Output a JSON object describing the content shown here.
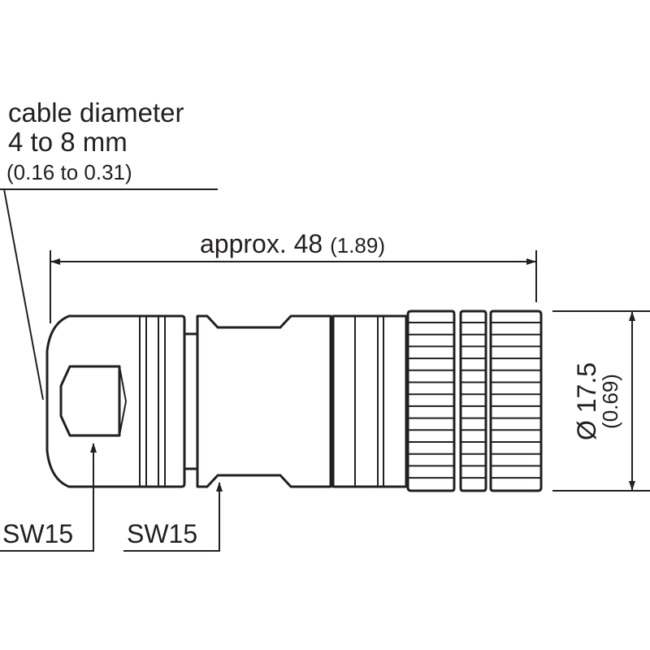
{
  "cable_label": {
    "line1": "cable diameter",
    "line2": "4 to 8 mm",
    "line3": "(0.16 to 0.31)"
  },
  "length_dimension": {
    "value": "approx. 48",
    "imperial": "(1.89)"
  },
  "diameter_dimension": {
    "value": "Ø 17.5",
    "imperial": "(0.69)"
  },
  "wrench_labels": [
    "SW15",
    "SW15"
  ],
  "colors": {
    "line": "#231f20",
    "background": "#ffffff"
  }
}
